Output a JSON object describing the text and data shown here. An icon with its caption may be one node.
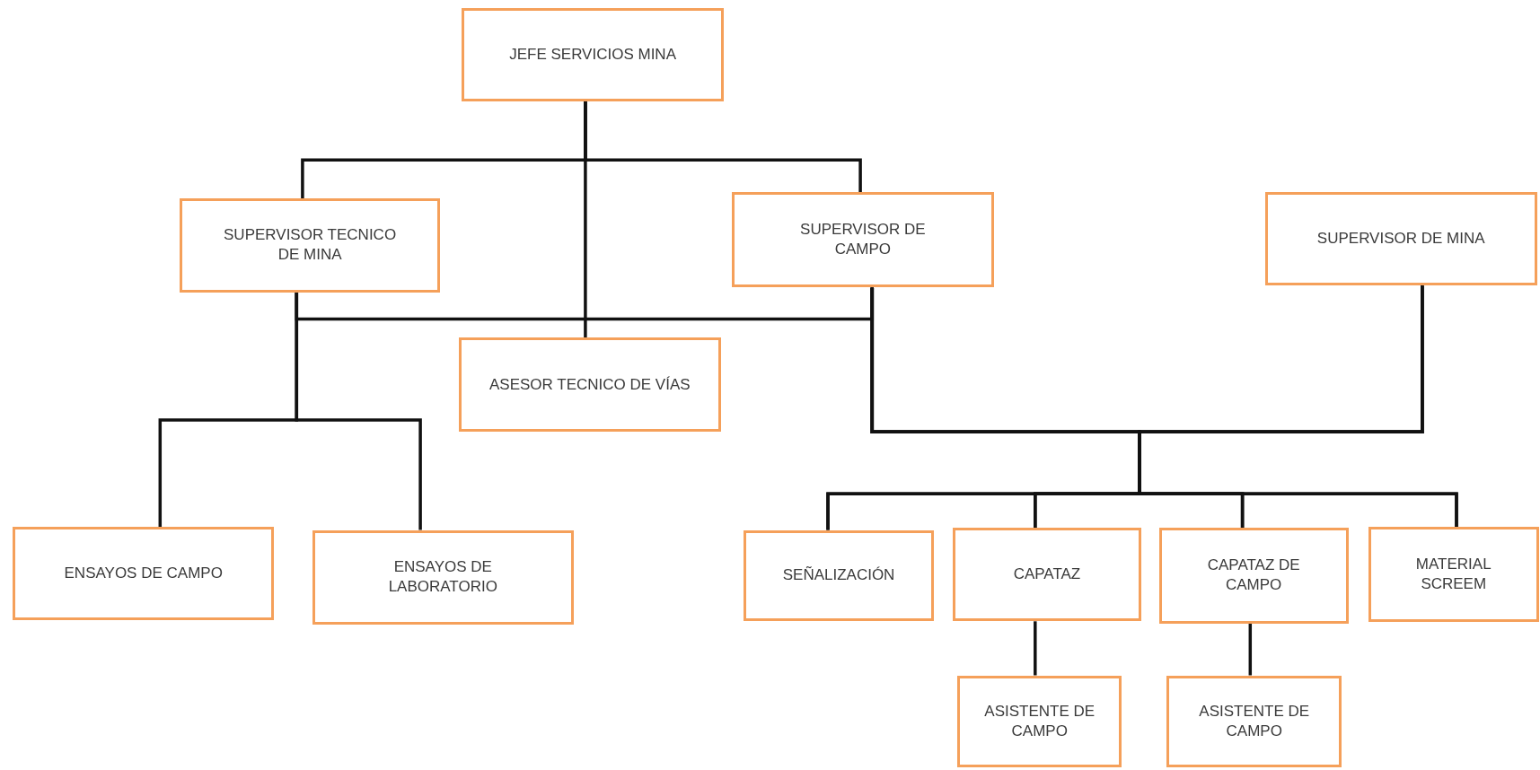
{
  "diagram": {
    "nodes": [
      {
        "text": [
          "JEFE SERVICIOS MINA"
        ]
      },
      {
        "text": [
          "SUPERVISOR TECNICO DE MINA"
        ]
      },
      {
        "text": [
          "SUPERVISOR DE CAMPO"
        ]
      },
      {
        "text": [
          "SUPERVISOR DE MINA"
        ]
      },
      {
        "text": [
          "ASESOR TECNICO DE VÍAS"
        ]
      },
      {
        "text": [
          "ENSAYOS DE CAMPO"
        ]
      },
      {
        "text": [
          "ENSAYOS DE LABORATORIO"
        ]
      },
      {
        "text": [
          "SEÑALIZACIÓN"
        ]
      },
      {
        "text": [
          "CAPATAZ"
        ]
      },
      {
        "text": [
          "CAPATAZ DE CAMPO"
        ]
      },
      {
        "text": [
          "MATERIAL SCREEM"
        ]
      },
      {
        "text": [
          "ASISTENTE DE CAMPO"
        ]
      },
      {
        "text": [
          "ASISTENTE DE CAMPO"
        ]
      }
    ],
    "edges": [
      {
        "from": 0,
        "to": 1,
        "arrow": "none"
      },
      {
        "from": 0,
        "to": 2,
        "arrow": "none"
      },
      {
        "from": 0,
        "to": 4,
        "arrow": "none"
      },
      {
        "from": 1,
        "to": 2,
        "arrow": "none"
      },
      {
        "from": 1,
        "to": 5,
        "arrow": "none"
      },
      {
        "from": 1,
        "to": 6,
        "arrow": "none"
      },
      {
        "from": 2,
        "to": 7,
        "arrow": "none"
      },
      {
        "from": 2,
        "to": 8,
        "arrow": "none"
      },
      {
        "from": 2,
        "to": 9,
        "arrow": "none"
      },
      {
        "from": 2,
        "to": 10,
        "arrow": "none"
      },
      {
        "from": 3,
        "to": 7,
        "arrow": "none"
      },
      {
        "from": 3,
        "to": 8,
        "arrow": "none"
      },
      {
        "from": 3,
        "to": 9,
        "arrow": "none"
      },
      {
        "from": 3,
        "to": 10,
        "arrow": "none"
      },
      {
        "from": 8,
        "to": 11,
        "arrow": "none"
      },
      {
        "from": 9,
        "to": 12,
        "arrow": "none"
      }
    ]
  }
}
